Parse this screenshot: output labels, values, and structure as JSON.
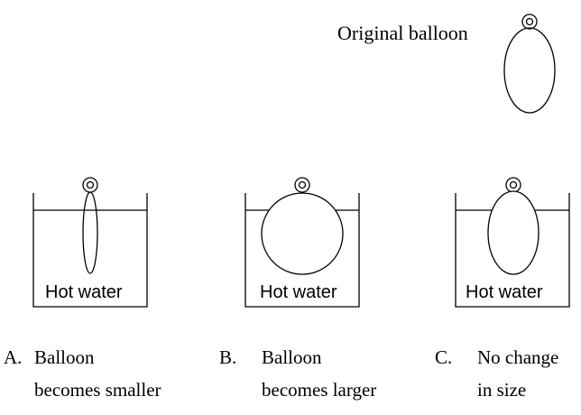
{
  "title": "Original balloon",
  "water_label": "Hot water",
  "options": [
    {
      "letter": "A.",
      "line1": "Balloon",
      "line2": "becomes smaller"
    },
    {
      "letter": "B.",
      "line1": "Balloon",
      "line2": "becomes larger"
    },
    {
      "letter": "C.",
      "line1": "No change",
      "line2": "in size"
    }
  ]
}
